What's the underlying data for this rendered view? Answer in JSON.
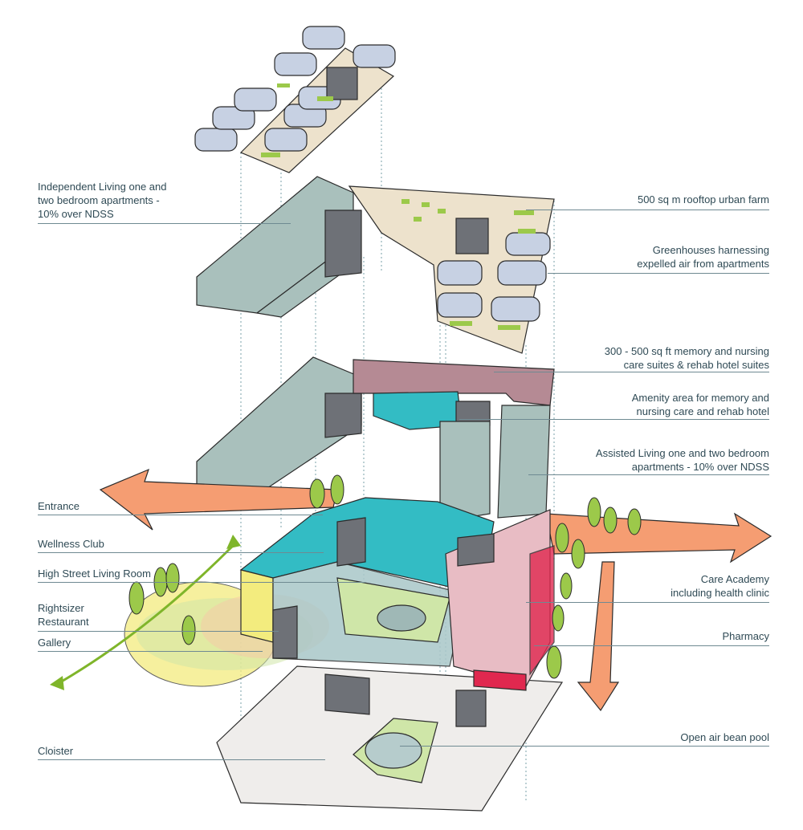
{
  "labels": {
    "independent_living": "Independent Living one and\ntwo bedroom apartments -\n10% over NDSS",
    "urban_farm": "500 sq m rooftop urban farm",
    "greenhouses": "Greenhouses harnessing\nexpelled air from apartments",
    "memory_care": "300 - 500 sq ft memory and nursing\ncare suites & rehab hotel suites",
    "amenity": "Amenity area for memory and\nnursing care and rehab hotel",
    "assisted_living": "Assisted Living one and two bedroom\napartments - 10% over NDSS",
    "entrance": "Entrance",
    "wellness_club": "Wellness Club",
    "high_street": "High Street Living Room",
    "rightsizer": "Rightsizer\nRestaurant",
    "gallery": "Gallery",
    "care_academy": "Care Academy\nincluding health clinic",
    "pharmacy": "Pharmacy",
    "cloister": "Cloister",
    "bean_pool": "Open air bean pool"
  },
  "colors": {
    "label_text": "#2f4a55",
    "leader_line": "#6f8a92",
    "apartment_block": "#a9c0bc",
    "greenhouse": "#c7d1e3",
    "memory_care": "#b58a94",
    "amenity_teal": "#33bcc4",
    "care_academy_pink": "#e8bcc4",
    "pharmacy_red": "#e0284f",
    "circulation_orange": "#f59d72",
    "plaza_yellow": "#f3ec7e",
    "green_planting": "#9cc94a",
    "roof_farm": "#ede2cc",
    "dark_roof": "#6e7177"
  }
}
